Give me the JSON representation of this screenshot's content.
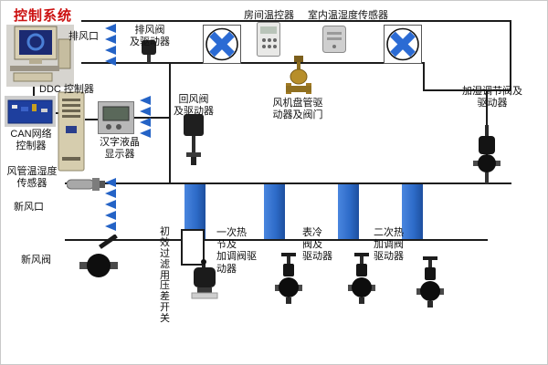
{
  "title": "控制系统",
  "labels": {
    "exhaust_vent": "排风口",
    "exhaust_damper": "排风阀\n及驱动器",
    "room_thermostat": "房间温控器",
    "indoor_sensor": "室内温湿度传感器",
    "ddc_controller": "DDC 控制器",
    "can_controller": "CAN网络\n控制器",
    "lcd_display": "汉字液晶\n显示器",
    "return_damper": "回风阀\n及驱动器",
    "fan_coil": "风机盘管驱\n动器及阀门",
    "humidifier_valve": "加湿调节阀及\n驱动器",
    "duct_sensor": "风管温湿度\n传感器",
    "fresh_vent": "新风口",
    "fresh_damper": "新风阀",
    "filter_switch": "初\n效\n过\n滤\n用\n压\n差\n开\n关",
    "primary_heat_valve": "一次热\n节及\n加调阀驱\n动器",
    "cooling_valve": "表冷\n阀及\n驱动器",
    "secondary_heat_valve": "二次热\n加调阀\n驱动器"
  },
  "colors": {
    "title_red": "#cc1111",
    "flow_arrow_blue": "#2463c6",
    "duct_blue": "#2e6cc9",
    "line_black": "#1c1c1c",
    "brass": "#b78e2a"
  }
}
